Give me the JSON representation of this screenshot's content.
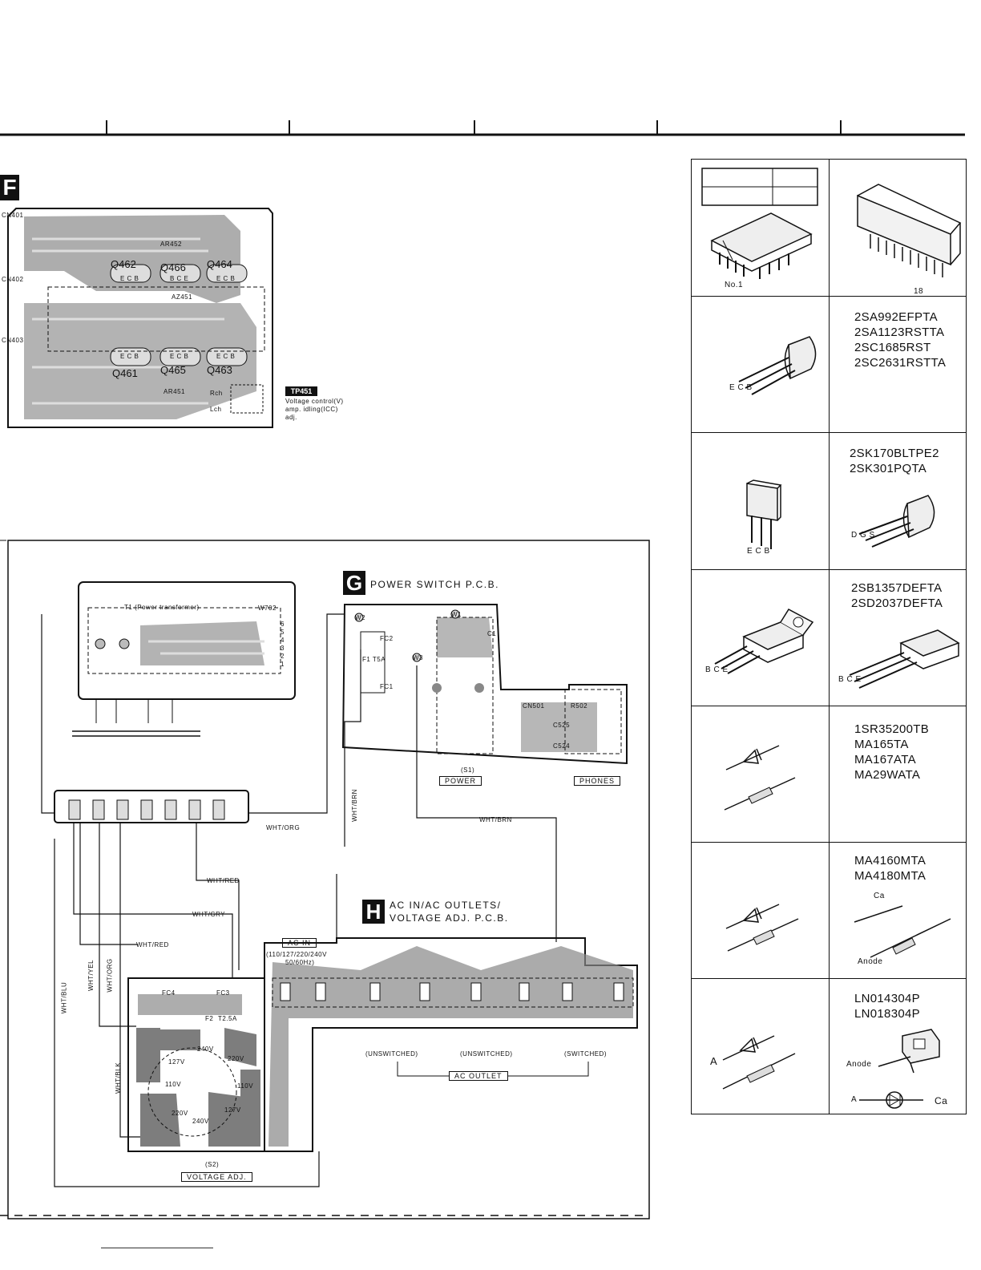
{
  "section_f": {
    "badge": "F",
    "connectors": [
      "CN401",
      "CN402",
      "CN403"
    ],
    "transistors": {
      "q462": "Q462",
      "q466": "Q466",
      "q464": "Q464",
      "q461": "Q461",
      "q465": "Q465",
      "q463": "Q463"
    },
    "pin_labels": {
      "q462": "E C B",
      "q466": "B C E",
      "q464": "E C B",
      "q461": "E C B",
      "q465": "E C B",
      "q463": "E C B"
    },
    "resistors": [
      "AR452",
      "AZ451",
      "AR451"
    ],
    "channels": [
      "Rch",
      "Lch"
    ],
    "test_point": "TP451",
    "tp_note": [
      "Voltage control(V)",
      "amp. idling(ICC)",
      "adj."
    ]
  },
  "transformer": {
    "title": "T1 (Power transformer)",
    "connector": "W702",
    "pins": [
      "6",
      "5",
      "4",
      "3",
      "2",
      "1"
    ]
  },
  "section_g": {
    "badge": "G",
    "title": "POWER SWITCH P.C.B.",
    "parts": [
      "FC2",
      "F1 T5A",
      "FC1",
      "W1",
      "W2",
      "W3",
      "C1",
      "CN501",
      "C525",
      "C524",
      "R502"
    ],
    "switch": "(S1)",
    "labels": [
      "POWER",
      "PHONES"
    ]
  },
  "wires": [
    "WHT/ORG",
    "WHT/BRN",
    "WHT/BRN",
    "WHT/RED",
    "WHT/GRY",
    "WHT/RED",
    "WHT/YEL",
    "WHT/ORG",
    "WHT/BLU",
    "WHT/BLK"
  ],
  "section_h": {
    "badge": "H",
    "title_line1": "AC IN/AC OUTLETS/",
    "title_line2": "VOLTAGE ADJ. P.C.B.",
    "ac_in": "AC IN",
    "ac_in_spec": "(110/127/220/240V",
    "ac_in_freq": "50/60Hz)",
    "fuses": [
      "FC4",
      "FC3",
      "F2",
      "T2.5A"
    ],
    "voltage_taps": [
      "240V",
      "220V",
      "127V",
      "110V",
      "110V",
      "127V",
      "220V",
      "240V"
    ],
    "outlet_modes": [
      "(UNSWITCHED)",
      "(UNSWITCHED)",
      "(SWITCHED)"
    ],
    "ac_outlet": "AC OUTLET",
    "switch": "(S2)",
    "voltage_adj": "VOLTAGE ADJ."
  },
  "parts_table": [
    {
      "left": {
        "extra": "No.1"
      },
      "right": {
        "extra": "18",
        "parts": []
      }
    },
    {
      "left": {
        "extra": "E C B"
      },
      "right": {
        "parts": [
          "2SA992EFPTA",
          "2SA1123RSTTA",
          "2SC1685RST",
          "2SC2631RSTTA"
        ]
      }
    },
    {
      "left": {
        "extra": "E C B"
      },
      "right": {
        "parts": [
          "2SK170BLTPE2",
          "2SK301PQTA"
        ],
        "extra": "D G S"
      }
    },
    {
      "left": {
        "extra": "B C E"
      },
      "right": {
        "parts": [
          "2SB1357DEFTA",
          "2SD2037DEFTA"
        ],
        "extra": "B C E"
      }
    },
    {
      "left": {
        "extra": ""
      },
      "right": {
        "parts": [
          "1SR35200TB",
          "MA165TA",
          "MA167ATA",
          "MA29WATA"
        ]
      }
    },
    {
      "left": {
        "extra": ""
      },
      "right": {
        "parts": [
          "MA4160MTA",
          "MA4180MTA"
        ],
        "extra": "Ca",
        "extra2": "Anode"
      }
    },
    {
      "left": {
        "extra": "A"
      },
      "right": {
        "parts": [
          "LN014304P",
          "LN018304P"
        ],
        "extra": "Anode",
        "extra2": "A",
        "extra3": "Ca"
      }
    }
  ]
}
